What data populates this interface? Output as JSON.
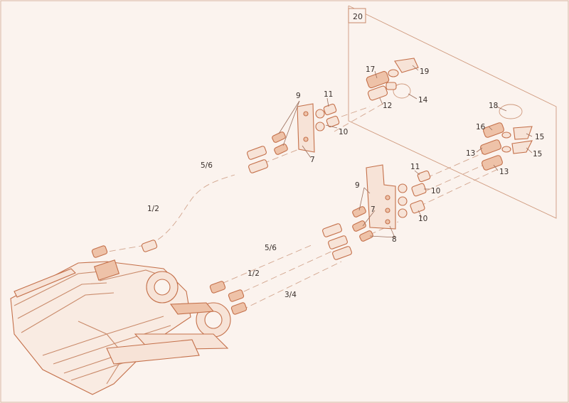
{
  "diagram": {
    "colors": {
      "background": "#fbf3ee",
      "line": "#c4704a",
      "text": "#3a302c"
    },
    "callouts": {
      "c20": "20",
      "c17": "17",
      "c19": "19",
      "c14": "14",
      "c12": "12",
      "c9a": "9",
      "c11a": "11",
      "c10a": "10",
      "c7a": "7",
      "c18": "18",
      "c16": "16",
      "c15a": "15",
      "c15b": "15",
      "c13a": "13",
      "c13b": "13",
      "c56a": "5/6",
      "c12b": "1/2",
      "c11b": "11",
      "c10b": "10",
      "c9b": "9",
      "c10c": "10",
      "c7b": "7",
      "c8": "8",
      "c56b": "5/6",
      "c12c": "1/2",
      "c34": "3/4"
    }
  }
}
